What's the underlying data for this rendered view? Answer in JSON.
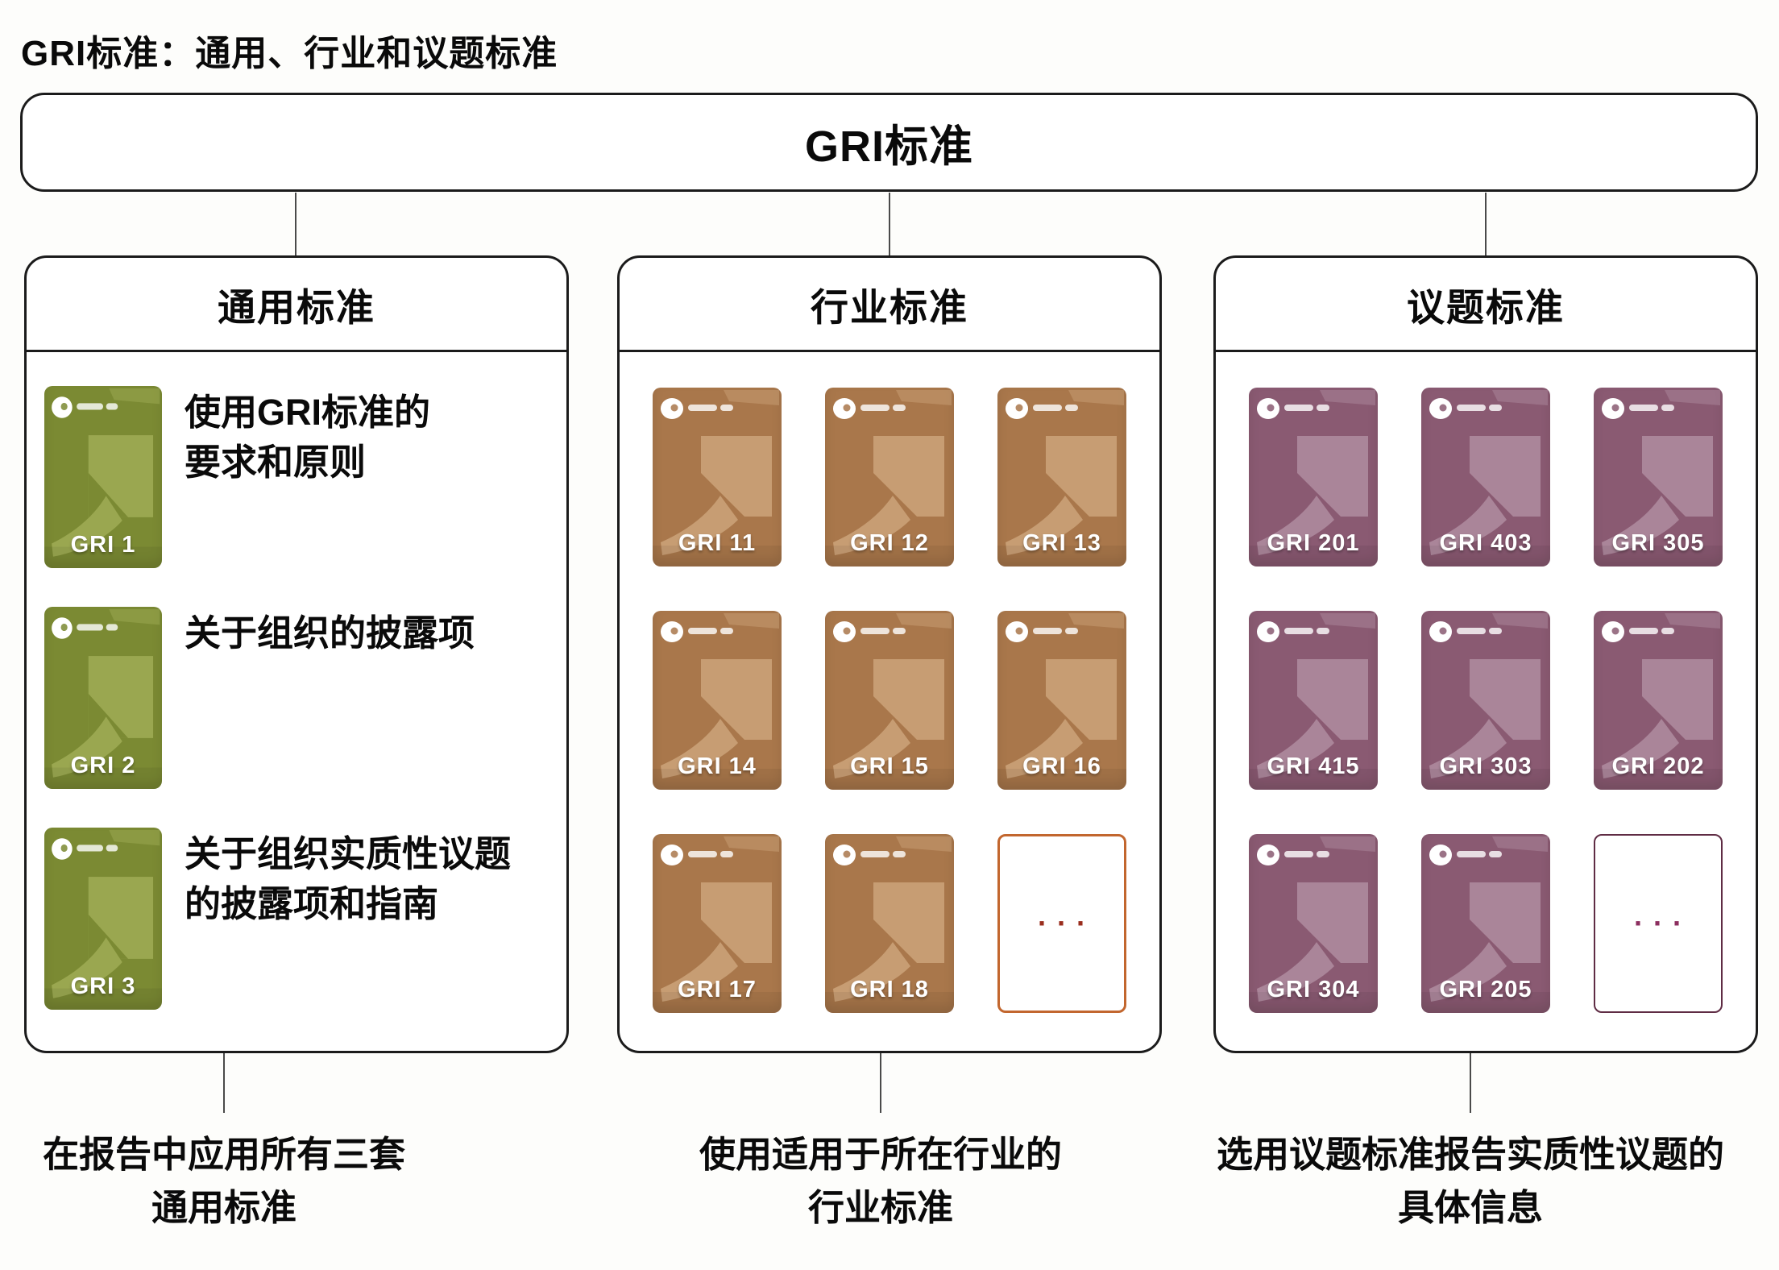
{
  "page": {
    "title": "GRI标准：通用、行业和议题标准"
  },
  "root": {
    "title": "GRI标准"
  },
  "columns": [
    {
      "id": "universal",
      "title": "通用标准",
      "rows": [
        {
          "card": "GRI 1",
          "desc_lines": [
            "使用GRI标准的",
            "要求和原则"
          ]
        },
        {
          "card": "GRI 2",
          "desc_lines": [
            "关于组织的披露项",
            ""
          ]
        },
        {
          "card": "GRI 3",
          "desc_lines": [
            "关于组织实质性议题",
            "的披露项和指南"
          ]
        }
      ],
      "caption_lines": [
        "在报告中应用所有三套",
        "通用标准"
      ]
    },
    {
      "id": "sector",
      "title": "行业标准",
      "cards": [
        "GRI 11",
        "GRI 12",
        "GRI 13",
        "GRI 14",
        "GRI 15",
        "GRI 16",
        "GRI 17",
        "GRI 18"
      ],
      "more_label": "···",
      "caption_lines": [
        "使用适用于所在行业的",
        "行业标准"
      ]
    },
    {
      "id": "topic",
      "title": "议题标准",
      "cards": [
        "GRI 201",
        "GRI 403",
        "GRI 305",
        "GRI 415",
        "GRI 303",
        "GRI 202",
        "GRI 304",
        "GRI 205"
      ],
      "more_label": "···",
      "caption_lines": [
        "选用议题标准报告实质性议题的",
        "具体信息"
      ]
    }
  ],
  "colors": {
    "universal_base": "#7b8a33",
    "universal_light": "#9aa750",
    "sector_base": "#a9774b",
    "sector_light": "#c79d73",
    "topic_base": "#8a5a72",
    "topic_light": "#aa8599",
    "sector_more_border": "#c2662e",
    "sector_more_dots": "#9a2d1d",
    "topic_more_border": "#5f2c44",
    "topic_more_dots": "#8c2f5f",
    "box_border": "#1b1b1b",
    "connector": "#4a4a4a",
    "text": "#0a0a0a"
  }
}
